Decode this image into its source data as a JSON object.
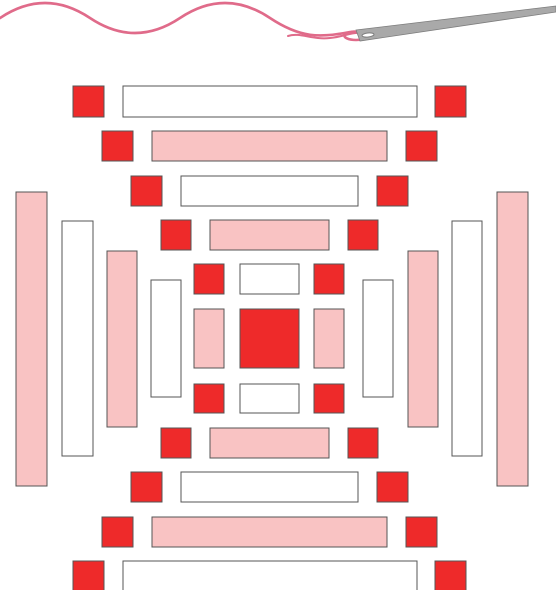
{
  "colors": {
    "red": "#ee2a2a",
    "pink": "#f9c3c3",
    "white": "#ffffff",
    "stroke": "#555555",
    "thread": "#e06b8a",
    "needle": "#a9a9a9"
  },
  "icons": {
    "needle": "sewing-needle-icon",
    "thread": "thread-icon"
  },
  "pattern": {
    "name": "quilt-block-pattern",
    "horizontal_strips": [
      {
        "fill": "white"
      },
      {
        "fill": "pink"
      },
      {
        "fill": "white"
      },
      {
        "fill": "pink"
      },
      {
        "fill": "white"
      },
      {
        "fill": "white"
      },
      {
        "fill": "pink"
      },
      {
        "fill": "white"
      },
      {
        "fill": "pink"
      },
      {
        "fill": "white"
      }
    ],
    "vertical_strips": [
      {
        "fill": "pink"
      },
      {
        "fill": "white"
      },
      {
        "fill": "pink"
      },
      {
        "fill": "white"
      },
      {
        "fill": "pink"
      },
      {
        "fill": "pink"
      },
      {
        "fill": "white"
      },
      {
        "fill": "pink"
      },
      {
        "fill": "white"
      },
      {
        "fill": "pink"
      }
    ],
    "corner_squares": 20,
    "center_square": {
      "fill": "red"
    }
  }
}
